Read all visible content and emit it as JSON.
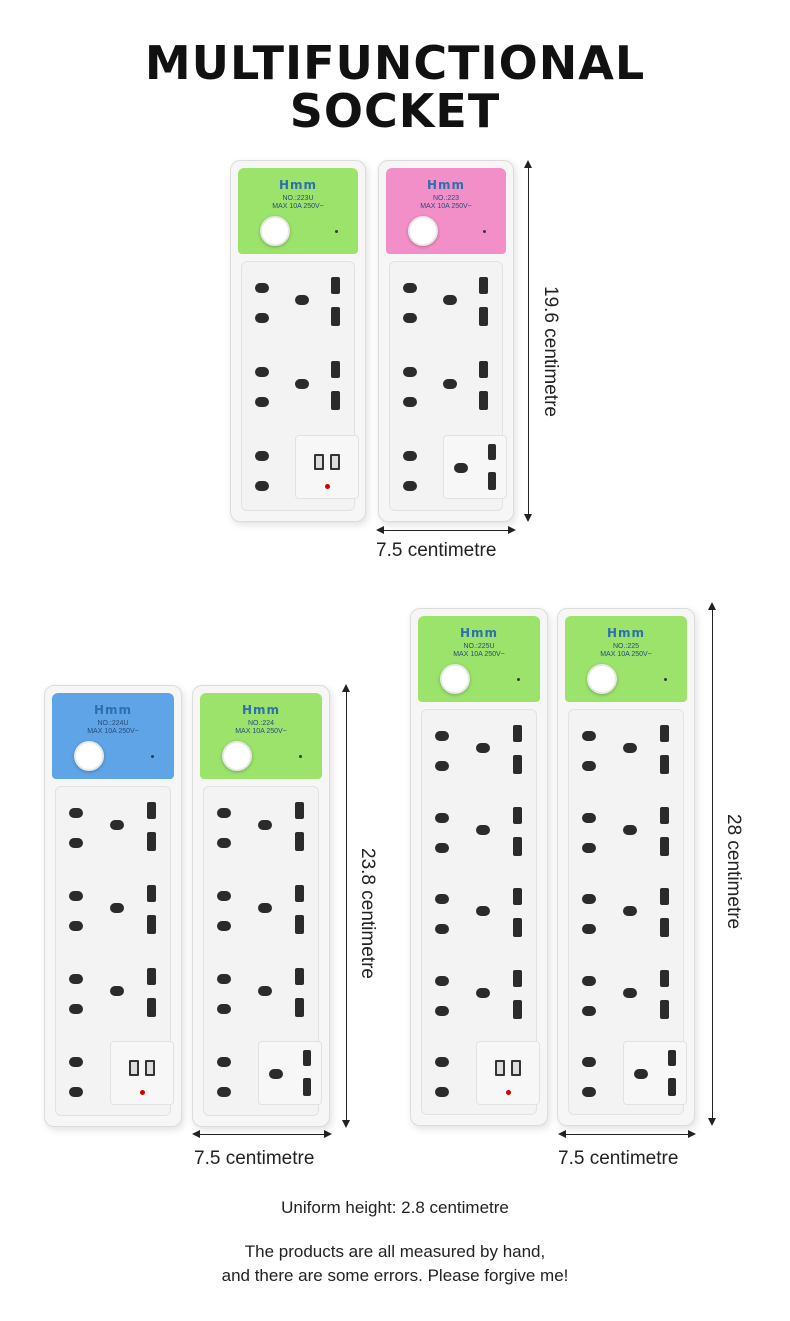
{
  "title": {
    "line1": "MULTIFUNCTIONAL",
    "line2": "SOCKET"
  },
  "products": [
    {
      "id": "p1",
      "brand": "Hmm",
      "model": "NO.:223U",
      "rating": "MAX 10A 250V~",
      "panel_color": "#9be36a",
      "usb": true
    },
    {
      "id": "p2",
      "brand": "Hmm",
      "model": "NO.:223",
      "rating": "MAX 10A 250V~",
      "panel_color": "#f28fc8",
      "usb": false
    },
    {
      "id": "p3",
      "brand": "Hmm",
      "model": "NO.:224U",
      "rating": "MAX 10A 250V~",
      "panel_color": "#5ea4e6",
      "usb": true
    },
    {
      "id": "p4",
      "brand": "Hmm",
      "model": "NO.:224",
      "rating": "MAX 10A 250V~",
      "panel_color": "#9be36a",
      "usb": false
    },
    {
      "id": "p5",
      "brand": "Hmm",
      "model": "NO.:225U",
      "rating": "MAX 10A 250V~",
      "panel_color": "#9be36a",
      "usb": true
    },
    {
      "id": "p6",
      "brand": "Hmm",
      "model": "NO.:225",
      "rating": "MAX 10A 250V~",
      "panel_color": "#9be36a",
      "usb": false
    }
  ],
  "dimensions": {
    "group1_height": "19.6 centimetre",
    "group1_width": "7.5 centimetre",
    "group2_height": "23.8 centimetre",
    "group2_width": "7.5 centimetre",
    "group3_height": "28 centimetre",
    "group3_width": "7.5 centimetre"
  },
  "notes": {
    "uniform_height": "Uniform height: 2.8 centimetre",
    "disclaimer_line1": "The products are all measured by hand,",
    "disclaimer_line2": "and there are some errors. Please forgive me!"
  }
}
